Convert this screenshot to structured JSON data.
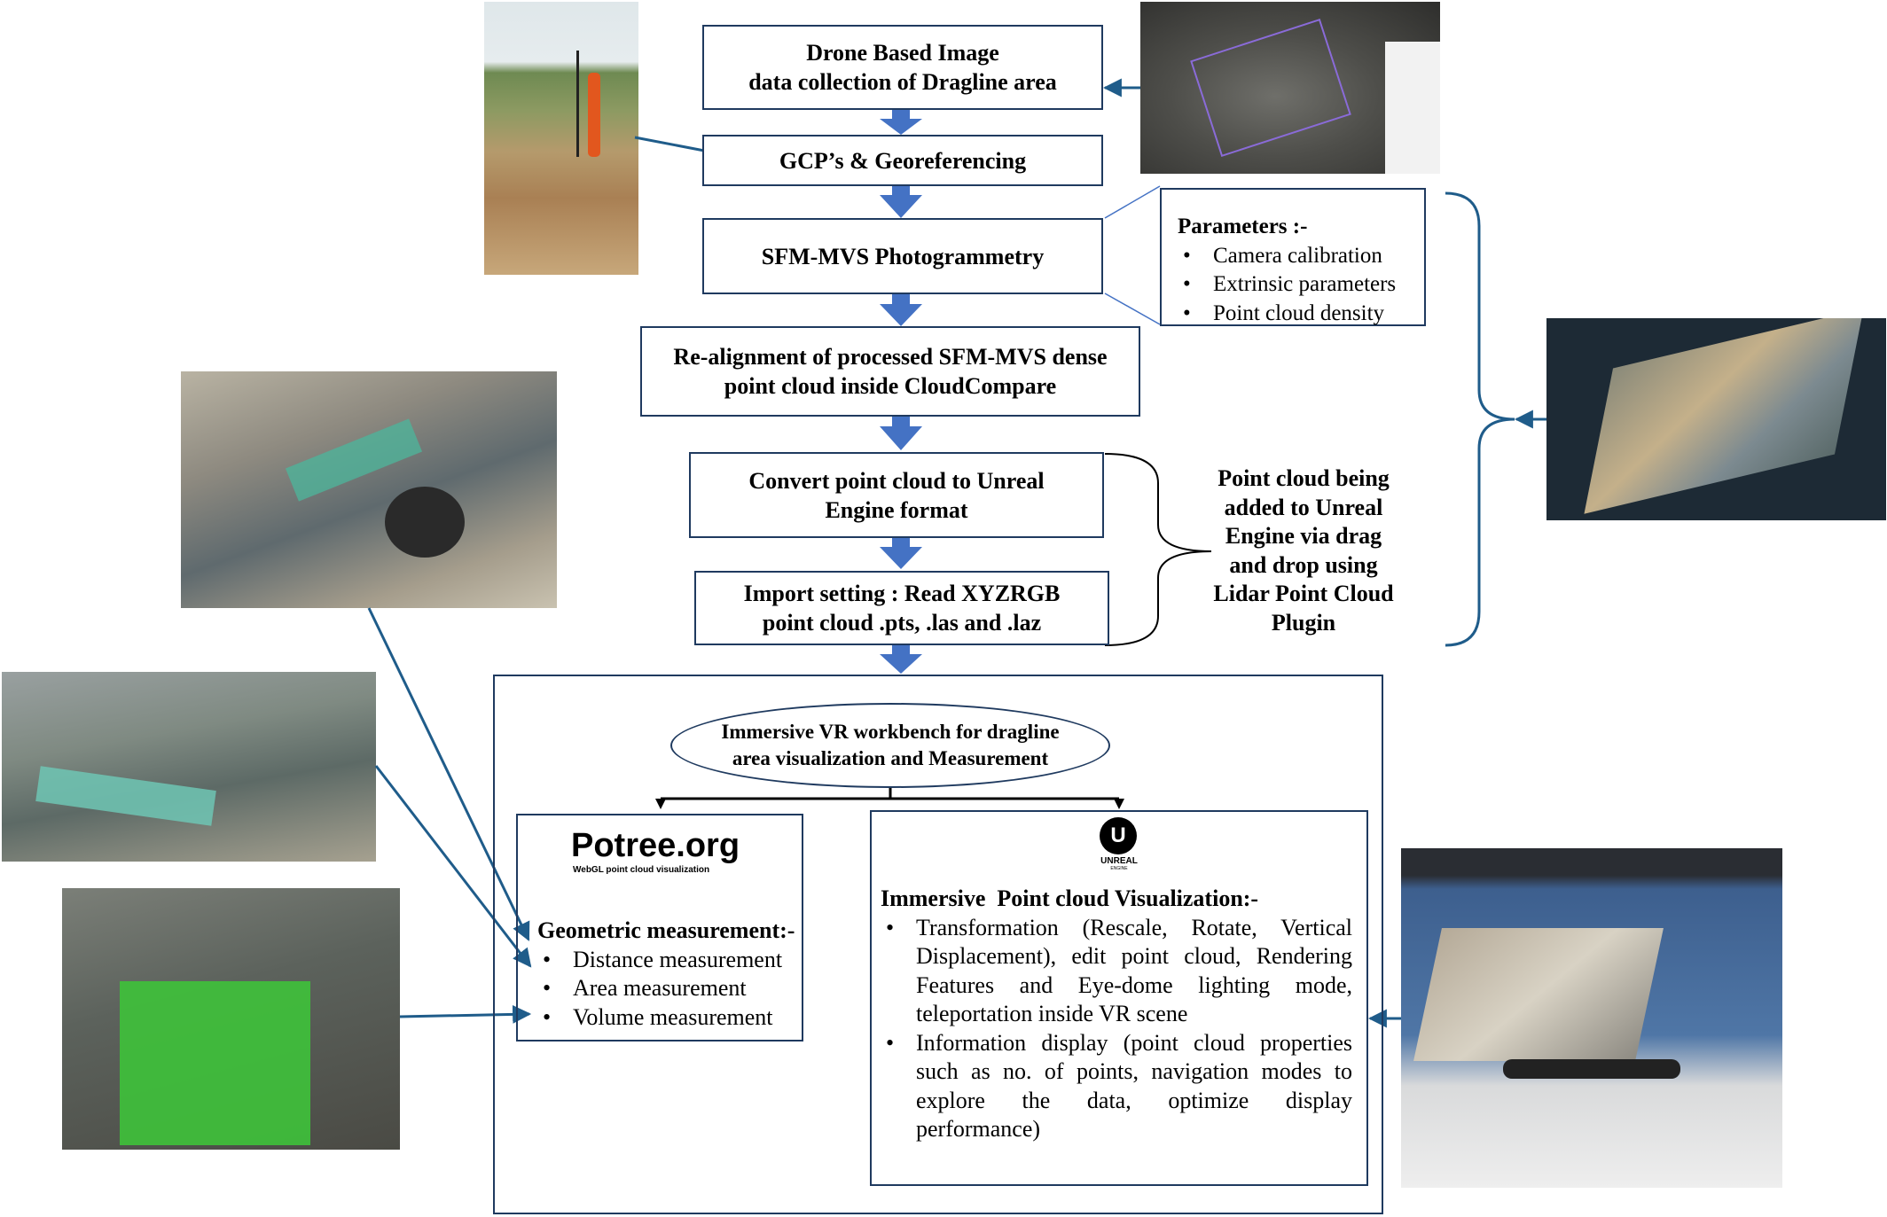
{
  "flow": {
    "step1": [
      "Drone Based Image",
      "data collection of Dragline area"
    ],
    "step2": "GCP’s & Georeferencing",
    "step3": "SFM-MVS Photogrammetry",
    "step4": [
      "Re-alignment of processed SFM-MVS dense",
      "point cloud inside CloudCompare"
    ],
    "step5": [
      "Convert point cloud to Unreal",
      "Engine format"
    ],
    "step6": [
      "Import setting : Read XYZRGB",
      "point cloud .pts, .las and .laz"
    ]
  },
  "parameters": {
    "title": "Parameters :-",
    "items": [
      "Camera calibration",
      "Extrinsic parameters",
      "Point cloud density"
    ]
  },
  "side_note": [
    "Point cloud being",
    "added to Unreal",
    "Engine via drag",
    "and drop using",
    "Lidar Point Cloud",
    "Plugin"
  ],
  "workbench": {
    "title": [
      "Immersive VR workbench for dragline",
      "area visualization and Measurement"
    ]
  },
  "potree": {
    "logo": "Potree.org",
    "tagline": "WebGL point cloud visualization",
    "heading": "Geometric measurement:-",
    "items": [
      "Distance measurement",
      "Area measurement",
      "Volume measurement"
    ]
  },
  "unreal": {
    "logo_text": "UNREAL",
    "logo_sub": "ENGINE",
    "heading": "Immersive  Point cloud Visualization:-",
    "items": [
      "Transformation (Rescale, Rotate, Vertical Displacement), edit point cloud, Rendering Features and Eye-dome lighting mode, teleportation inside VR scene",
      "Information display (point cloud properties such as no. of points, navigation modes to explore the data, optimize display performance)"
    ]
  },
  "colors": {
    "box_border": "#1f3a5f",
    "flow_arrow": "#4472c4",
    "connector": "#1f5c8a"
  }
}
